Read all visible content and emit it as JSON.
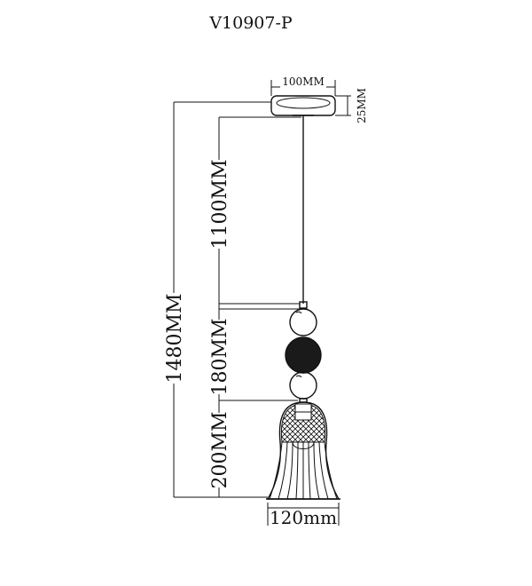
{
  "title": "V10907-P",
  "dimensions": {
    "canopy_width": "100MM",
    "canopy_height": "25MM",
    "cable_length": "1100MM",
    "total_height": "1480MM",
    "beads_height": "180MM",
    "shade_height": "200MM",
    "shade_width": "120mm"
  },
  "colors": {
    "line": "#111111",
    "dark_bead": "#1a1a1a",
    "background": "#ffffff"
  }
}
